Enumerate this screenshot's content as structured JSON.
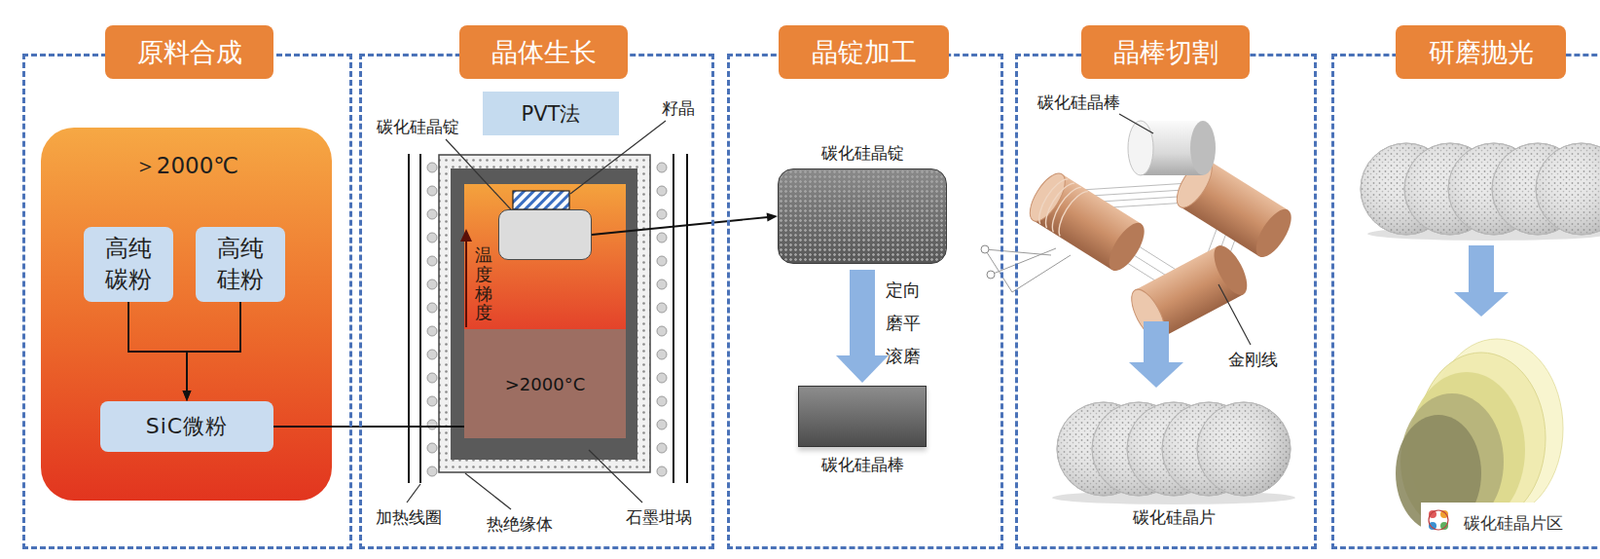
{
  "diagram": {
    "nodes": [
      {
        "text": [
          "原料合成"
        ]
      },
      {
        "text": [
          "＞2000℃"
        ],
        "in": 0
      },
      {
        "text": [
          "高纯碳粉"
        ],
        "in": 1
      },
      {
        "text": [
          "高纯硅粉"
        ],
        "in": 1
      },
      {
        "text": [
          "SiC微粉"
        ],
        "in": 1
      },
      {
        "text": [
          "晶体生长"
        ]
      },
      {
        "text": [
          "PVT法"
        ],
        "in": 5
      },
      {
        "text": [
          ">2000°C"
        ],
        "in": 5
      },
      {
        "text": [
          "碳化硅晶锭"
        ],
        "in": 5
      },
      {
        "text": [
          "晶锭加工"
        ]
      },
      {
        "text": [
          "碳化硅晶锭"
        ],
        "in": 9
      },
      {
        "text": [
          "碳化硅晶棒"
        ],
        "in": 9
      },
      {
        "text": [
          "晶棒切割"
        ]
      },
      {
        "text": [
          "碳化硅晶片"
        ],
        "in": 12
      },
      {
        "text": [
          "研磨抛光"
        ]
      }
    ],
    "edges": [
      {
        "from": 2,
        "to": 4,
        "arrow": "to"
      },
      {
        "from": 3,
        "to": 4,
        "arrow": "to"
      },
      {
        "from": 4,
        "to": 7,
        "arrow": "none"
      },
      {
        "from": 8,
        "to": 10,
        "arrow": "to"
      },
      {
        "from": 10,
        "to": 11,
        "arrow": "to",
        "label": "定向 磨平 滚磨"
      }
    ],
    "labels": [
      "籽晶",
      "温度梯度",
      "加热线圈",
      "热绝缘体",
      "石墨坩埚",
      "碳化硅晶棒",
      "金刚线",
      "碳化硅晶片区"
    ]
  }
}
